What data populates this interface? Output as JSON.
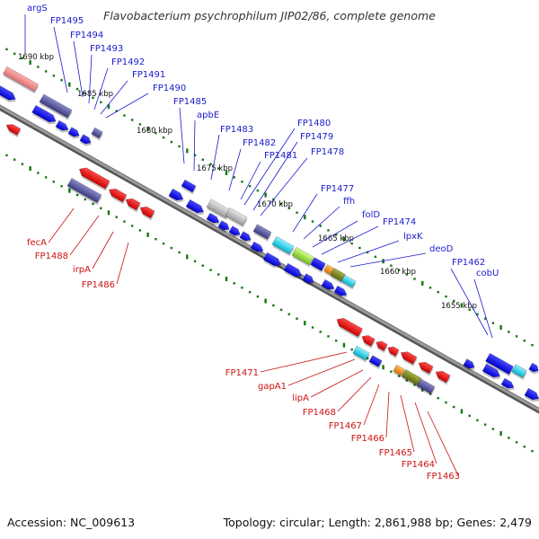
{
  "title": "Flavobacterium psychrophilum JIP02/86, complete genome",
  "footer": {
    "accession": "Accession: NC_009613",
    "summary": "Topology: circular; Length: 2,861,988 bp; Genes: 2,479"
  },
  "colors": {
    "forward_label": "#1a1acc",
    "reverse_label": "#cc1111",
    "backbone": "#7a7a7a",
    "tick_dots": "#117711"
  },
  "kbp_labels": [
    "1690 kbp",
    "1685 kbp",
    "1680 kbp",
    "1675 kbp",
    "1670 kbp",
    "1665 kbp",
    "1660 kbp",
    "1655 kbp"
  ],
  "forward_labels": [
    "argS",
    "FP1495",
    "FP1494",
    "FP1493",
    "FP1492",
    "FP1491",
    "FP1490",
    "FP1485",
    "apbE",
    "FP1483",
    "FP1482",
    "FP1481",
    "FP1480",
    "FP1479",
    "FP1478",
    "FP1477",
    "ffh",
    "folD",
    "FP1474",
    "lpxK",
    "deoD",
    "FP1462",
    "cobU"
  ],
  "reverse_labels": [
    "fecA",
    "FP1488",
    "irpA",
    "FP1486",
    "FP1471",
    "gapA1",
    "lipA",
    "FP1468",
    "FP1467",
    "FP1466",
    "FP1465",
    "FP1464",
    "FP1463"
  ]
}
